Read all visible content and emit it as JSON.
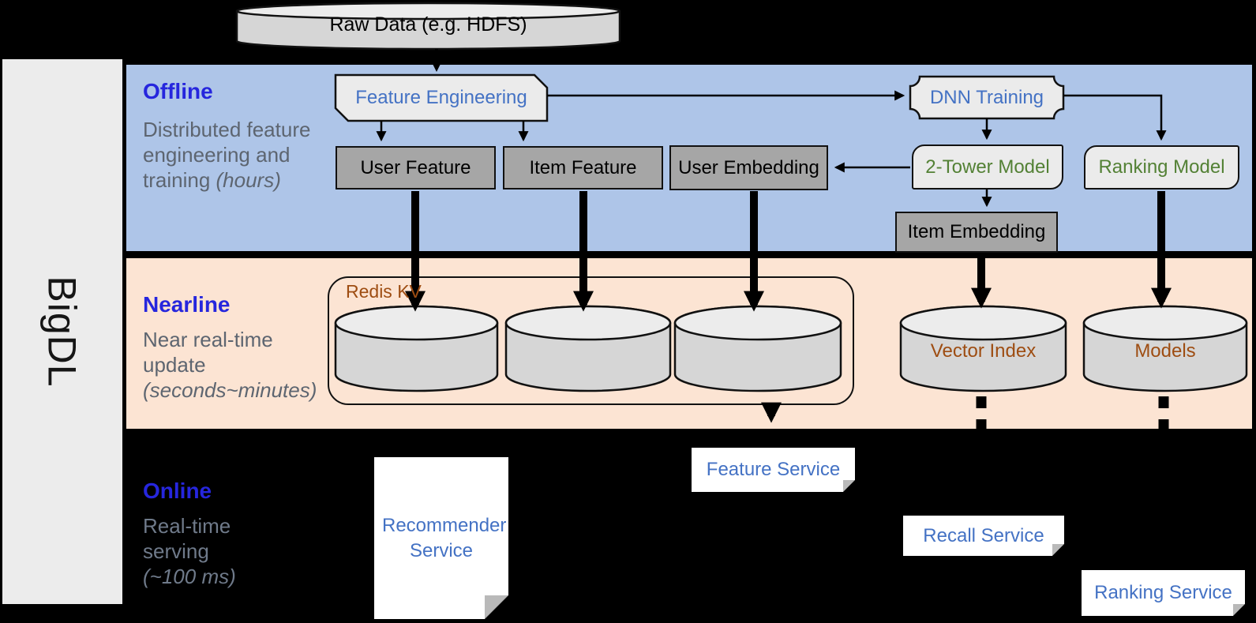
{
  "sidebar": {
    "label": "BigDL"
  },
  "raw_data": {
    "label": "Raw Data (e.g. HDFS)"
  },
  "offline": {
    "heading": "Offline",
    "desc_regular": "Distributed feature engineering and training ",
    "desc_italic": "(hours)",
    "nodes": {
      "feature_engineering": "Feature Engineering",
      "dnn_training": "DNN Training",
      "user_feature": "User Feature",
      "item_feature": "Item Feature",
      "user_embedding": "User Embedding",
      "two_tower_model": "2-Tower Model",
      "ranking_model": "Ranking Model",
      "item_embedding": "Item Embedding"
    }
  },
  "nearline": {
    "heading": "Nearline",
    "desc_regular": "Near real-time update ",
    "desc_italic": "(seconds~minutes)",
    "nodes": {
      "redis_kv": "Redis KV",
      "vector_index": "Vector Index",
      "models": "Models"
    }
  },
  "online": {
    "heading": "Online",
    "desc_regular": "Real-time serving ",
    "desc_italic": "(~100 ms)",
    "nodes": {
      "recommender_service": "Recommender Service",
      "feature_service": "Feature Service",
      "recall_service": "Recall Service",
      "ranking_service": "Ranking Service"
    }
  },
  "colors": {
    "offline_band": "#aec5e8",
    "nearline_band": "#fce4d3",
    "online_band": "#000000",
    "heading_blue": "#2626dd",
    "node_text_blue": "#4472c4",
    "node_text_green": "#538135",
    "node_text_brown": "#9e4d12",
    "desc_gray": "#5d6570",
    "gray_node_fill": "#a6a6a6",
    "light_node_fill": "#ebebeb"
  }
}
